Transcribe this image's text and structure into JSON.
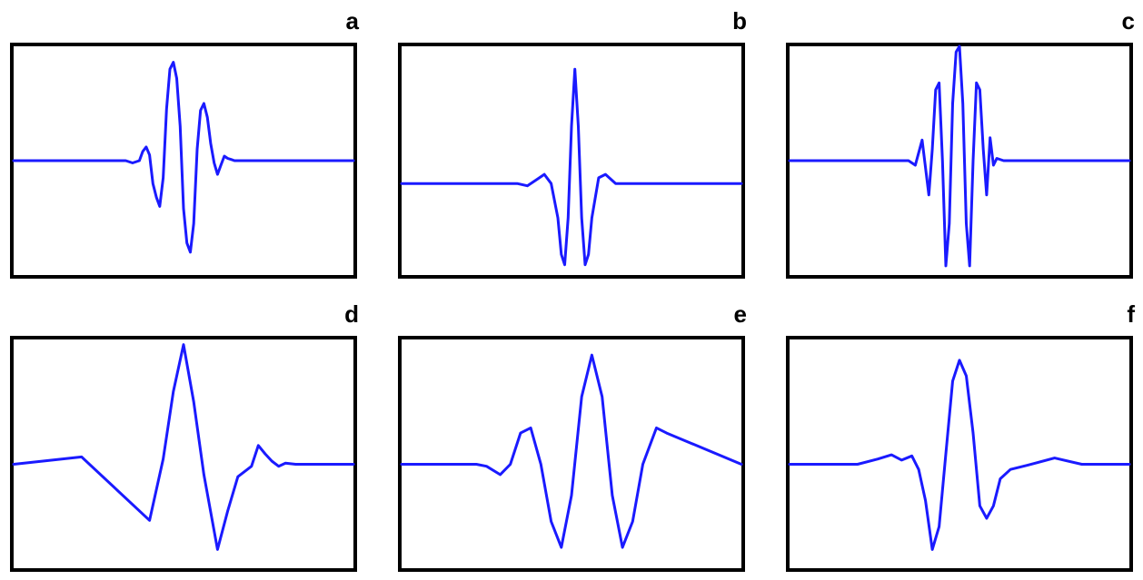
{
  "colors": {
    "line": "#1a1aff",
    "frame": "#000000"
  },
  "chart_data": [
    {
      "id": "a",
      "type": "line",
      "panel_label": "a",
      "title": "",
      "xlabel": "",
      "ylabel": "",
      "xlim": [
        0,
        1
      ],
      "ylim": [
        -1,
        1
      ],
      "grid": false,
      "x": [
        0,
        0.33,
        0.35,
        0.37,
        0.38,
        0.39,
        0.4,
        0.41,
        0.42,
        0.43,
        0.44,
        0.45,
        0.46,
        0.47,
        0.48,
        0.49,
        0.5,
        0.51,
        0.52,
        0.53,
        0.54,
        0.55,
        0.56,
        0.57,
        0.58,
        0.59,
        0.6,
        0.61,
        0.62,
        0.63,
        0.64,
        0.65,
        0.66,
        0.67,
        1
      ],
      "y": [
        0,
        0,
        -0.02,
        0.0,
        0.08,
        0.12,
        0.05,
        -0.2,
        -0.32,
        -0.4,
        -0.15,
        0.45,
        0.8,
        0.86,
        0.72,
        0.3,
        -0.42,
        -0.72,
        -0.8,
        -0.55,
        0.1,
        0.44,
        0.5,
        0.38,
        0.15,
        -0.02,
        -0.12,
        -0.04,
        0.04,
        0.02,
        0.01,
        0.0,
        0.0,
        0.0,
        0
      ]
    },
    {
      "id": "b",
      "type": "line",
      "panel_label": "b",
      "title": "",
      "xlabel": "",
      "ylabel": "",
      "xlim": [
        0,
        1
      ],
      "ylim": [
        -0.8,
        1.2
      ],
      "grid": false,
      "x": [
        0,
        0.34,
        0.37,
        0.4,
        0.42,
        0.44,
        0.46,
        0.47,
        0.48,
        0.49,
        0.5,
        0.51,
        0.52,
        0.53,
        0.54,
        0.55,
        0.56,
        0.58,
        0.6,
        0.63,
        0.66,
        1
      ],
      "y": [
        0,
        0,
        -0.02,
        0.04,
        0.08,
        0.0,
        -0.3,
        -0.62,
        -0.71,
        -0.3,
        0.5,
        1.0,
        0.5,
        -0.3,
        -0.71,
        -0.62,
        -0.3,
        0.05,
        0.08,
        0.0,
        0.0,
        0
      ]
    },
    {
      "id": "c",
      "type": "line",
      "panel_label": "c",
      "title": "",
      "xlabel": "",
      "ylabel": "",
      "xlim": [
        0,
        1
      ],
      "ylim": [
        -1,
        1
      ],
      "grid": false,
      "x": [
        0,
        0.35,
        0.37,
        0.39,
        0.41,
        0.42,
        0.43,
        0.44,
        0.45,
        0.46,
        0.47,
        0.48,
        0.49,
        0.5,
        0.51,
        0.52,
        0.53,
        0.54,
        0.55,
        0.56,
        0.57,
        0.58,
        0.59,
        0.6,
        0.61,
        0.63,
        0.65,
        1
      ],
      "y": [
        0,
        0,
        -0.04,
        0.18,
        -0.3,
        0.1,
        0.62,
        0.68,
        0.0,
        -0.92,
        -0.55,
        0.5,
        0.95,
        1.0,
        0.5,
        -0.55,
        -0.92,
        0.0,
        0.68,
        0.62,
        0.1,
        -0.3,
        0.2,
        -0.04,
        0.02,
        0.0,
        0.0,
        0
      ]
    },
    {
      "id": "d",
      "type": "line",
      "panel_label": "d",
      "title": "",
      "xlabel": "",
      "ylabel": "",
      "xlim": [
        0,
        1
      ],
      "ylim": [
        -1,
        1.2
      ],
      "grid": false,
      "x": [
        0,
        0.2,
        0.4,
        0.44,
        0.47,
        0.5,
        0.53,
        0.56,
        0.6,
        0.63,
        0.66,
        0.7,
        0.72,
        0.74,
        0.76,
        0.78,
        0.8,
        0.83,
        1
      ],
      "y": [
        0,
        0.07,
        -0.54,
        0.05,
        0.7,
        1.15,
        0.6,
        -0.1,
        -0.82,
        -0.45,
        -0.12,
        -0.02,
        0.18,
        0.1,
        0.03,
        -0.02,
        0.01,
        0.0,
        0
      ]
    },
    {
      "id": "e",
      "type": "line",
      "panel_label": "e",
      "title": "",
      "xlabel": "",
      "ylabel": "",
      "xlim": [
        0,
        1
      ],
      "ylim": [
        -1,
        1.2
      ],
      "grid": false,
      "x": [
        0,
        0.22,
        0.25,
        0.29,
        0.32,
        0.35,
        0.38,
        0.41,
        0.44,
        0.47,
        0.5,
        0.53,
        0.56,
        0.59,
        0.62,
        0.65,
        0.68,
        0.71,
        0.75,
        0.78,
        1
      ],
      "y": [
        0,
        0,
        -0.02,
        -0.1,
        0.0,
        0.3,
        0.35,
        0.0,
        -0.55,
        -0.8,
        -0.3,
        0.65,
        1.05,
        0.65,
        -0.3,
        -0.8,
        -0.55,
        0.0,
        0.35,
        0.3,
        0
      ]
    },
    {
      "id": "f",
      "type": "line",
      "panel_label": "f",
      "title": "",
      "xlabel": "",
      "ylabel": "",
      "xlim": [
        0,
        1
      ],
      "ylim": [
        -1,
        1.2
      ],
      "grid": false,
      "x": [
        0,
        0.2,
        0.26,
        0.3,
        0.33,
        0.36,
        0.38,
        0.4,
        0.42,
        0.44,
        0.46,
        0.48,
        0.5,
        0.52,
        0.54,
        0.56,
        0.58,
        0.6,
        0.62,
        0.65,
        0.7,
        0.78,
        0.86,
        1
      ],
      "y": [
        0,
        0,
        0.05,
        0.09,
        0.04,
        0.08,
        -0.05,
        -0.35,
        -0.82,
        -0.6,
        0.1,
        0.8,
        1.0,
        0.85,
        0.3,
        -0.4,
        -0.52,
        -0.4,
        -0.14,
        -0.05,
        -0.01,
        0.06,
        0.0,
        0
      ]
    }
  ]
}
